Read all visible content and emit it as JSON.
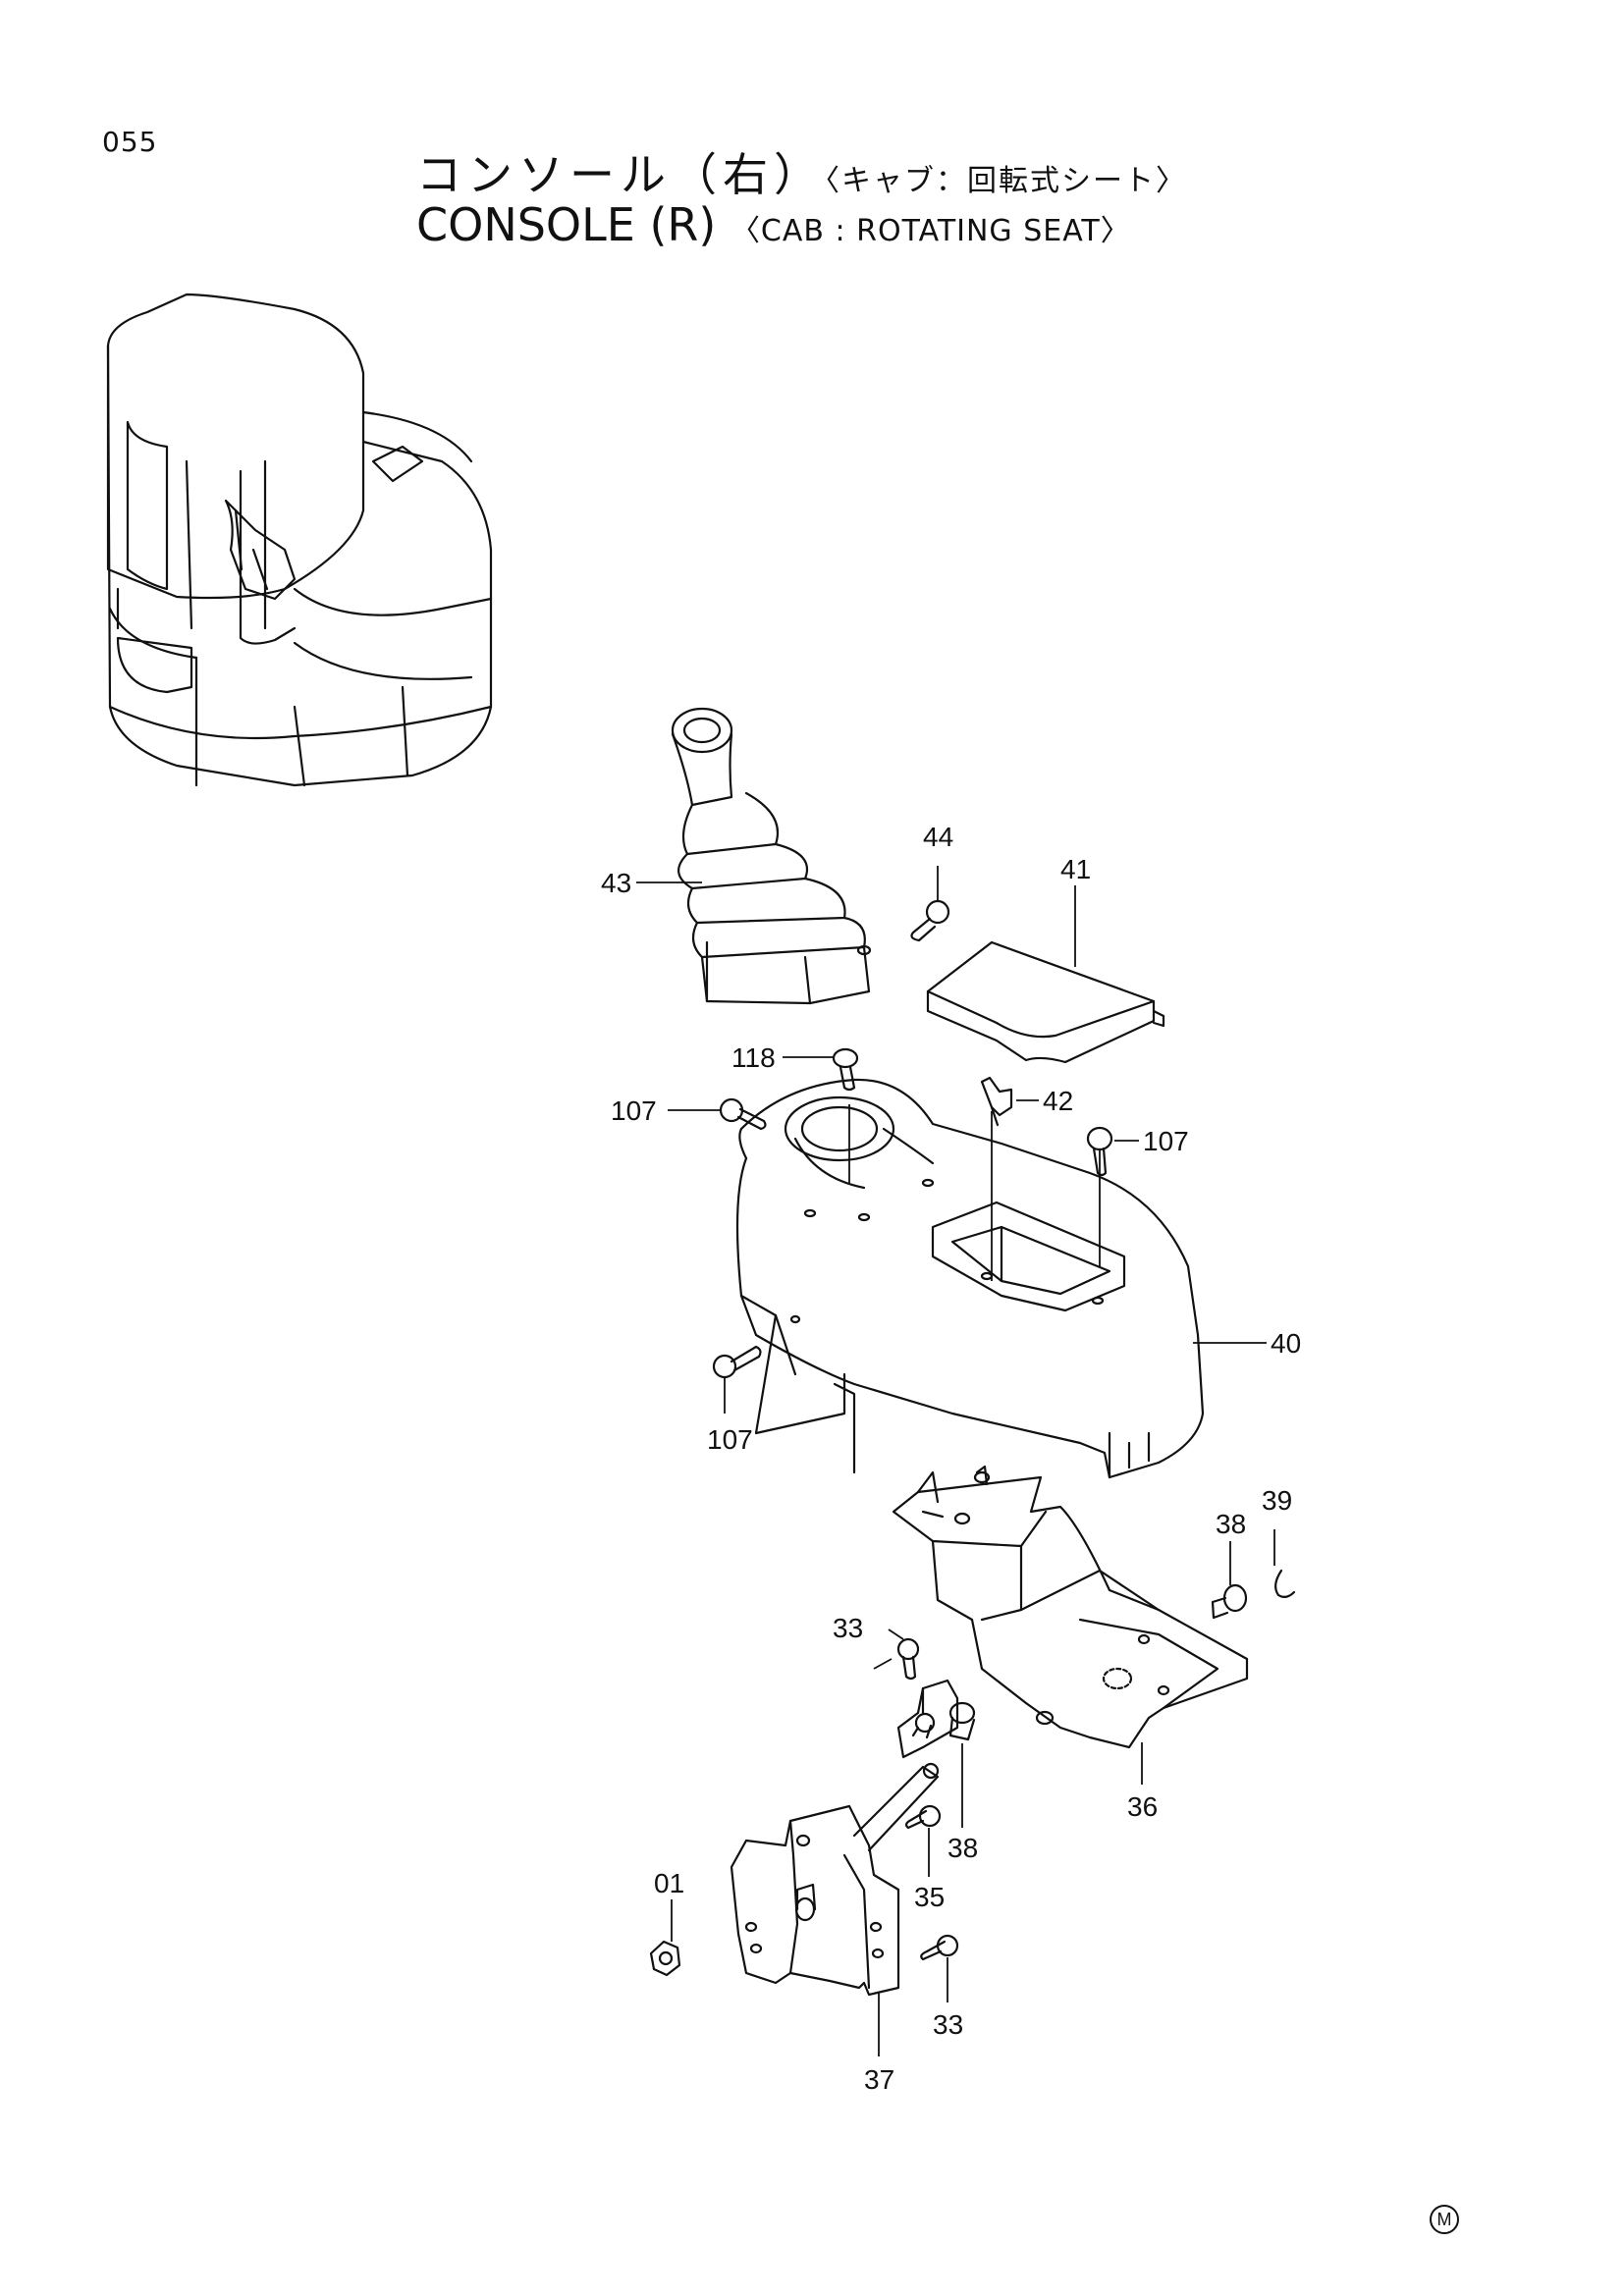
{
  "page": {
    "number": "055",
    "title_jp": "コンソール（右）",
    "title_jp_sub": "〈キャブ：回転式シート〉",
    "title_en": "CONSOLE (R)",
    "title_en_sub": "〈CAB : ROTATING SEAT〉",
    "mark": "M"
  },
  "callouts": [
    {
      "id": "c43",
      "label": "43"
    },
    {
      "id": "c44",
      "label": "44"
    },
    {
      "id": "c41",
      "label": "41"
    },
    {
      "id": "c118",
      "label": "118"
    },
    {
      "id": "c107a",
      "label": "107"
    },
    {
      "id": "c42",
      "label": "42"
    },
    {
      "id": "c107b",
      "label": "107"
    },
    {
      "id": "c40",
      "label": "40"
    },
    {
      "id": "c107c",
      "label": "107"
    },
    {
      "id": "c39",
      "label": "39"
    },
    {
      "id": "c38a",
      "label": "38"
    },
    {
      "id": "c33a",
      "label": "33"
    },
    {
      "id": "c36",
      "label": "36"
    },
    {
      "id": "c38b",
      "label": "38"
    },
    {
      "id": "c35",
      "label": "35"
    },
    {
      "id": "c01",
      "label": "01"
    },
    {
      "id": "c33b",
      "label": "33"
    },
    {
      "id": "c37",
      "label": "37"
    }
  ]
}
